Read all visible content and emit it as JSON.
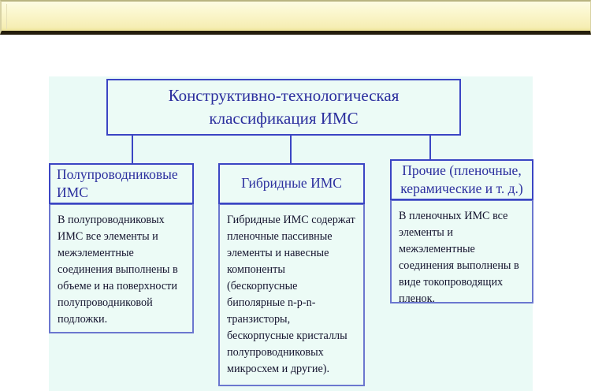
{
  "banner": {
    "text": ""
  },
  "diagram": {
    "title": {
      "label": "Конструктивно-технологическая\nклассификация ИМС"
    },
    "columns": [
      {
        "id": "semiconductor",
        "header": "Полупроводниковые\nИМС",
        "body": "В полупроводниковых ИМС все элементы и межэлементные соединения выполнены в объеме и на поверхности полупроводниковой подложки."
      },
      {
        "id": "hybrid",
        "header": "Гибридные ИМС",
        "body": "Гибридные ИМС содержат пленочные пассивные элементы и навесные компоненты (бескорпусные биполярные n-p-n-транзисторы, бескорпусные кристаллы полупроводниковых микросхем и другие)."
      },
      {
        "id": "other",
        "header": "Прочие (пленочные,\nкерамические и т. д.)",
        "body": "В пленочных ИМС все элементы и межэлементные соединения выполнены в виде токопроводящих пленок."
      }
    ]
  },
  "colors": {
    "box_border": "#3b45c4",
    "box_fill": "#ecfbf6",
    "canvas_fill": "#eafaf6",
    "heading_text": "#2b2f9e",
    "body_text": "#14142e",
    "banner_top": "#fdfbe3",
    "banner_bottom": "#efe49a",
    "banner_rule": "#241d0c"
  }
}
